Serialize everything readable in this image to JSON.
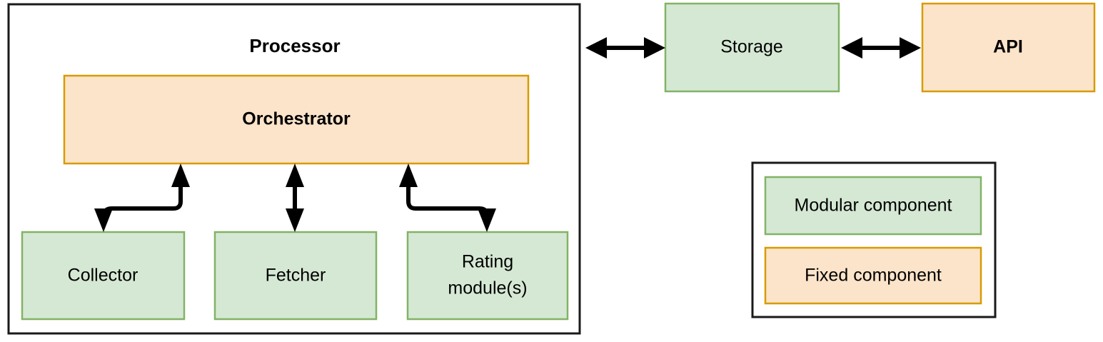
{
  "diagram": {
    "title_text": "Processor",
    "containers": [
      {
        "id": "processor",
        "label": "Processor",
        "type": "container"
      }
    ],
    "nodes": [
      {
        "id": "orchestrator",
        "label": "Orchestrator",
        "kind": "fixed",
        "bold": true
      },
      {
        "id": "collector",
        "label": "Collector",
        "kind": "modular",
        "bold": false
      },
      {
        "id": "fetcher",
        "label": "Fetcher",
        "kind": "modular",
        "bold": false
      },
      {
        "id": "rating-module",
        "label_line1": "Rating",
        "label_line2": "module(s)",
        "kind": "modular",
        "bold": false
      },
      {
        "id": "storage",
        "label": "Storage",
        "kind": "modular",
        "bold": false
      },
      {
        "id": "api",
        "label": "API",
        "kind": "fixed",
        "bold": true
      }
    ],
    "edges": [
      {
        "from": "processor",
        "to": "storage",
        "style": "double-arrow"
      },
      {
        "from": "storage",
        "to": "api",
        "style": "double-arrow"
      },
      {
        "from": "orchestrator",
        "to": "collector",
        "style": "s-curve-bidirectional"
      },
      {
        "from": "orchestrator",
        "to": "fetcher",
        "style": "straight-double-arrow"
      },
      {
        "from": "orchestrator",
        "to": "rating-module",
        "style": "s-curve-bidirectional"
      }
    ],
    "legend": {
      "items": [
        {
          "label": "Modular component",
          "kind": "modular"
        },
        {
          "label": "Fixed component",
          "kind": "fixed"
        }
      ]
    },
    "colors": {
      "modular_fill": "#d5e8d4",
      "modular_stroke": "#82b366",
      "fixed_fill": "#fce4ca",
      "fixed_stroke": "#d79b00",
      "container_stroke": "#1a1a1a",
      "arrow": "#000000",
      "background": "#ffffff",
      "text": "#000000"
    }
  }
}
